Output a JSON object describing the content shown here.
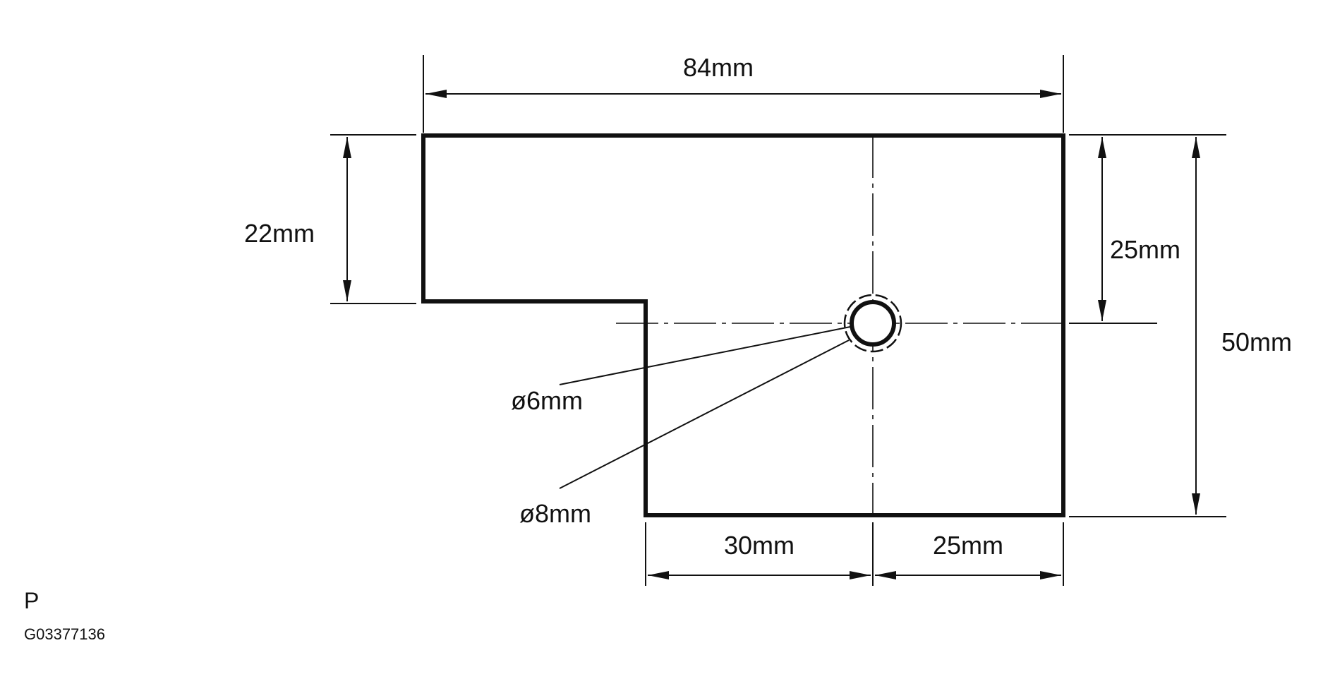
{
  "diagram": {
    "dimensions": {
      "overall_width": "84mm",
      "top_step_height": "22mm",
      "hole_from_top": "25mm",
      "overall_height": "50mm",
      "hole_diameter_inner": "ø6mm",
      "hole_diameter_outer": "ø8mm",
      "bottom_left_to_hole": "30mm",
      "bottom_hole_to_right": "25mm"
    },
    "view_label": "P",
    "figure_code": "G03377136"
  }
}
